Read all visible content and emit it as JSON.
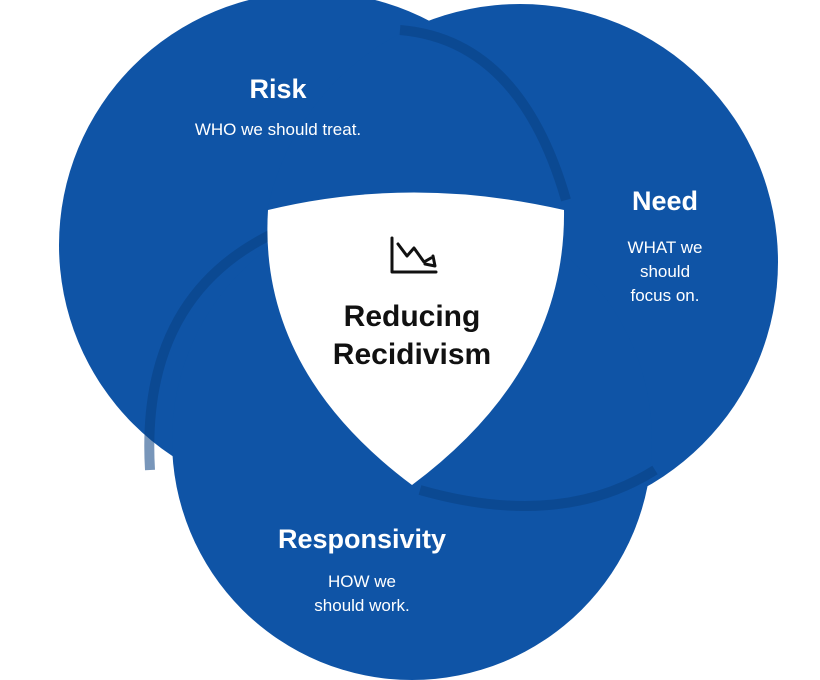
{
  "colors": {
    "circle": "#0f54a6",
    "seam": "#0a3f82",
    "center": "#ffffff",
    "text_light": "#ffffff",
    "text_dark": "#111111"
  },
  "risk": {
    "title": "Risk",
    "line1": "WHO we should treat."
  },
  "need": {
    "title": "Need",
    "line1": "WHAT we",
    "line2": "should",
    "line3": "focus on."
  },
  "responsivity": {
    "title": "Responsivity",
    "line1": "HOW we",
    "line2": "should work."
  },
  "center": {
    "icon": "trend-down-chart-icon",
    "line1": "Reducing",
    "line2": "Recidivism"
  }
}
